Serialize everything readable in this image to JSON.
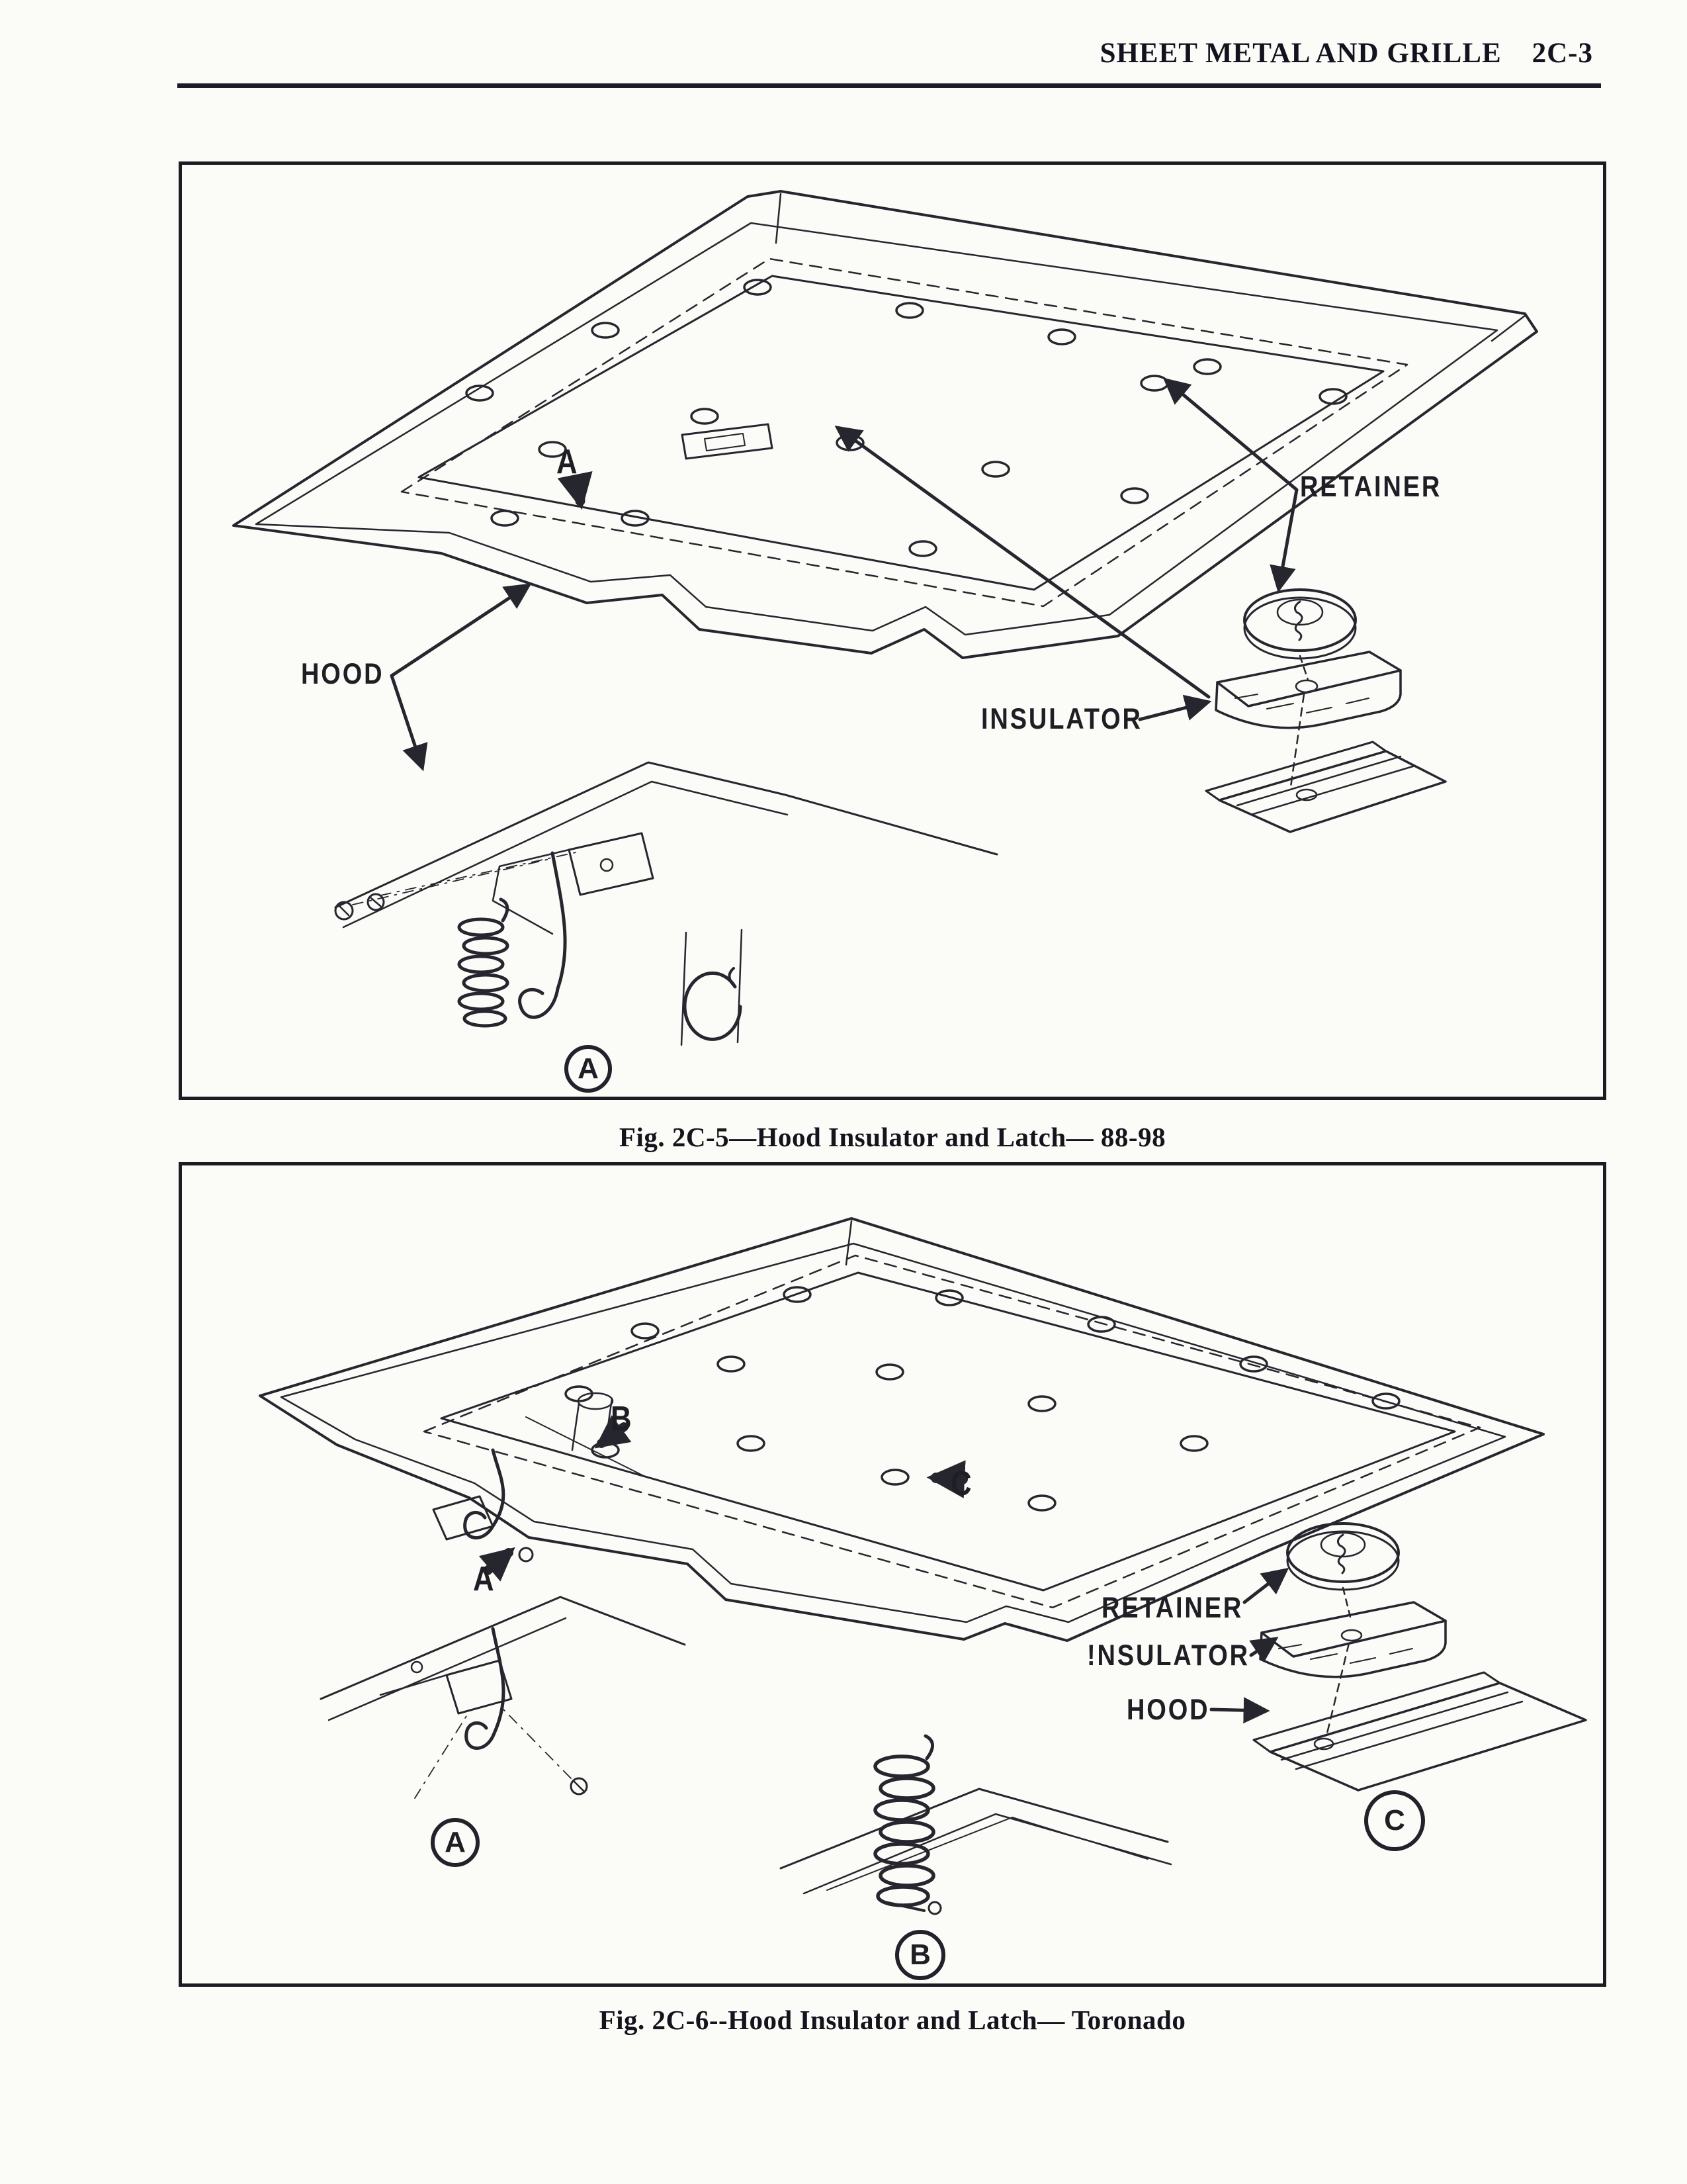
{
  "page": {
    "section_title": "SHEET METAL AND GRILLE",
    "page_number": "2C-3"
  },
  "colors": {
    "ink": "#26262e",
    "paper": "#fbfbf8"
  },
  "figure1": {
    "caption": "Fig. 2C-5—Hood Insulator and Latch— 88-98",
    "callout_a": "A",
    "label_hood": "HOOD",
    "label_retainer": "RETAINER",
    "label_insulator": "INSULATOR",
    "detail_a": "A"
  },
  "figure2": {
    "caption": "Fig. 2C-6--Hood Insulator and Latch— Toronado",
    "callout_a": "A",
    "callout_b": "B",
    "callout_c": "C",
    "label_retainer": "RETAINER",
    "label_insulator": "!NSULATOR",
    "label_hood": "HOOD",
    "detail_a": "A",
    "detail_b": "B",
    "detail_c": "C"
  }
}
